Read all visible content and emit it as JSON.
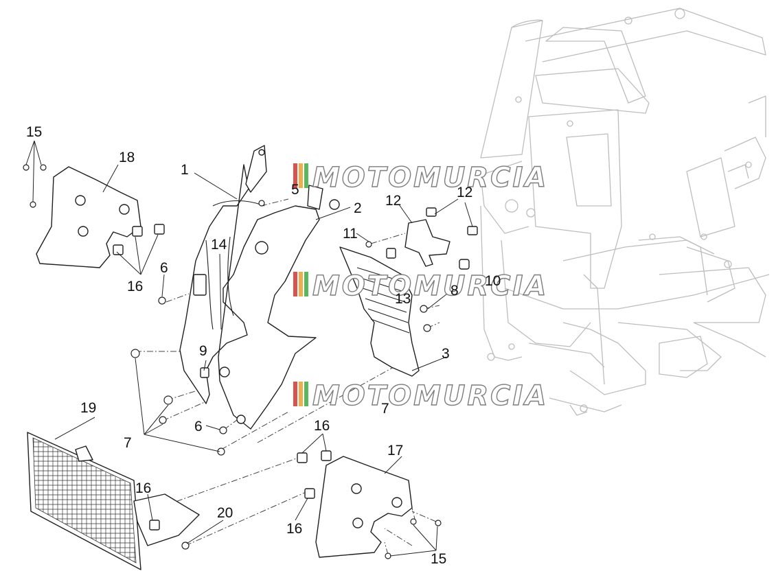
{
  "watermark": {
    "text": "MOTOMURCIA",
    "colors": [
      "#d9534f",
      "#f0ad4e",
      "#5cb85c"
    ]
  },
  "callouts": [
    {
      "id": "c1",
      "text": "1"
    },
    {
      "id": "c2",
      "text": "2"
    },
    {
      "id": "c3",
      "text": "3"
    },
    {
      "id": "c5",
      "text": "5"
    },
    {
      "id": "c6a",
      "text": "6"
    },
    {
      "id": "c6b",
      "text": "6"
    },
    {
      "id": "c7a",
      "text": "7"
    },
    {
      "id": "c7b",
      "text": "7"
    },
    {
      "id": "c8",
      "text": "8"
    },
    {
      "id": "c9",
      "text": "9"
    },
    {
      "id": "c10",
      "text": "10"
    },
    {
      "id": "c11",
      "text": "11"
    },
    {
      "id": "c12a",
      "text": "12"
    },
    {
      "id": "c12b",
      "text": "12"
    },
    {
      "id": "c13",
      "text": "13"
    },
    {
      "id": "c14",
      "text": "14"
    },
    {
      "id": "c15a",
      "text": "15"
    },
    {
      "id": "c15b",
      "text": "15"
    },
    {
      "id": "c16a",
      "text": "16"
    },
    {
      "id": "c16b",
      "text": "16"
    },
    {
      "id": "c16c",
      "text": "16"
    },
    {
      "id": "c16d",
      "text": "16"
    },
    {
      "id": "c17",
      "text": "17"
    },
    {
      "id": "c18",
      "text": "18"
    },
    {
      "id": "c19",
      "text": "19"
    },
    {
      "id": "c20",
      "text": "20"
    }
  ]
}
